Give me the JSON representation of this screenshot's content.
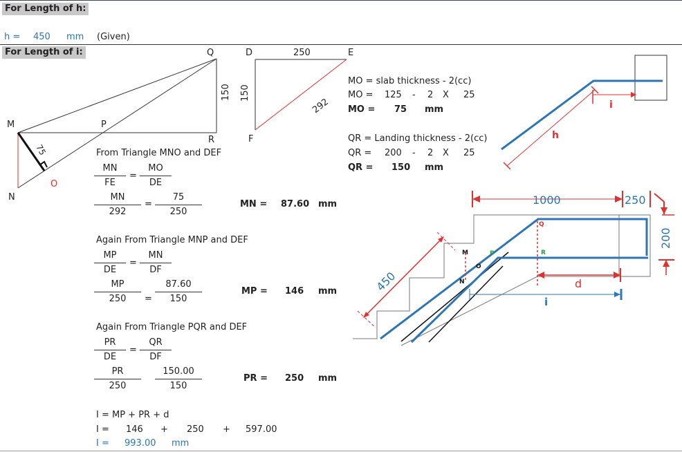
{
  "headers": {
    "length_h": "For Length of h:",
    "length_i": "For Length of i:"
  },
  "h_given": {
    "label": "h =",
    "value": "450",
    "unit": "mm",
    "note": "(Given)"
  },
  "fig1": {
    "Q": "Q",
    "M": "M",
    "P": "P",
    "R": "R",
    "N": "N",
    "O": "O",
    "side_qr": "150",
    "side_mo": "75"
  },
  "fig2": {
    "D": "D",
    "E": "E",
    "F": "F",
    "top": "250",
    "side": "150",
    "hyp": "292"
  },
  "mn": {
    "heading": "From Triangle MNO and DEF",
    "f1_top": "MN",
    "f1_bot": "FE",
    "f2_top": "MO",
    "f2_bot": "DE",
    "g1_top": "MN",
    "g1_bot": "292",
    "g2_top": "75",
    "g2_bot": "250",
    "eq": "=",
    "result_label": "MN =",
    "result_value": "87.60",
    "result_unit": "mm"
  },
  "mp": {
    "heading": "Again From Triangle MNP and DEF",
    "f1_top": "MP",
    "f1_bot": "DE",
    "f2_top": "MN",
    "f2_bot": "DF",
    "g1_top": "MP",
    "g1_bot": "250",
    "g2_top": "87.60",
    "g2_bot": "150",
    "eq": "=",
    "result_label": "MP =",
    "result_value": "146",
    "result_unit": "mm"
  },
  "pr": {
    "heading": "Again From Triangle PQR and DEF",
    "f1_top": "PR",
    "f1_bot": "DE",
    "f2_top": "QR",
    "f2_bot": "DF",
    "g1_top": "PR",
    "g1_bot": "250",
    "g2_top": "150.00",
    "g2_bot": "150",
    "eq": "=",
    "result_label": "PR =",
    "result_value": "250",
    "result_unit": "mm"
  },
  "mo_calc": {
    "formula": "MO = slab thickness - 2(cc)",
    "label": "MO =",
    "a": "125",
    "minus": "-",
    "two": "2",
    "x": "X",
    "cc": "25",
    "res_label": "MO =",
    "res_value": "75",
    "res_unit": "mm"
  },
  "qr_calc": {
    "formula": "QR = Landing thickness - 2(cc)",
    "label": "QR =",
    "a": "200",
    "minus": "-",
    "two": "2",
    "x": "X",
    "cc": "25",
    "res_label": "QR =",
    "res_value": "150",
    "res_unit": "mm"
  },
  "i_calc": {
    "formula": "I = MP + PR + d",
    "label": "I =",
    "a": "146",
    "plus1": "+",
    "b": "250",
    "plus2": "+",
    "c": "597.00",
    "res_label": "I =",
    "res_value": "993.00",
    "res_unit": "mm"
  },
  "diagram_small": {
    "h": "h",
    "i": "i"
  },
  "diagram_large": {
    "dim_1000": "1000",
    "dim_250": "250",
    "dim_200": "200",
    "dim_450": "450",
    "d": "d",
    "i": "i",
    "M": "M",
    "N": "N",
    "O": "O",
    "P": "P",
    "Q": "Q",
    "R": "R"
  },
  "colors": {
    "red": "#e03030",
    "blue": "#2e75b6",
    "header_bg": "#c8c8c8"
  }
}
